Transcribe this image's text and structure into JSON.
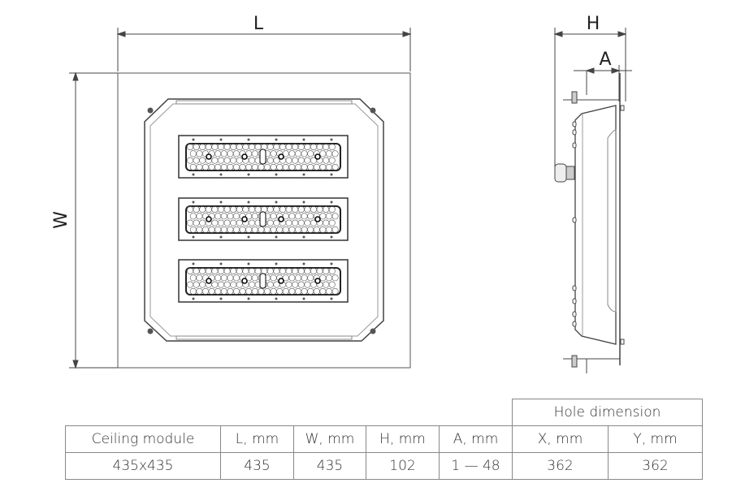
{
  "drawing": {
    "front_view": {
      "length_label": "L",
      "width_label": "W",
      "led_modules": 3
    },
    "side_view": {
      "height_label": "H",
      "adjust_label": "A"
    }
  },
  "table": {
    "group_header": "Hole dimension",
    "headers": [
      "Ceiling module",
      "L, mm",
      "W, mm",
      "H, mm",
      "A, mm",
      "X, mm",
      "Y, mm"
    ],
    "row": [
      "435x435",
      "435",
      "435",
      "102",
      "1 — 48",
      "362",
      "362"
    ]
  }
}
